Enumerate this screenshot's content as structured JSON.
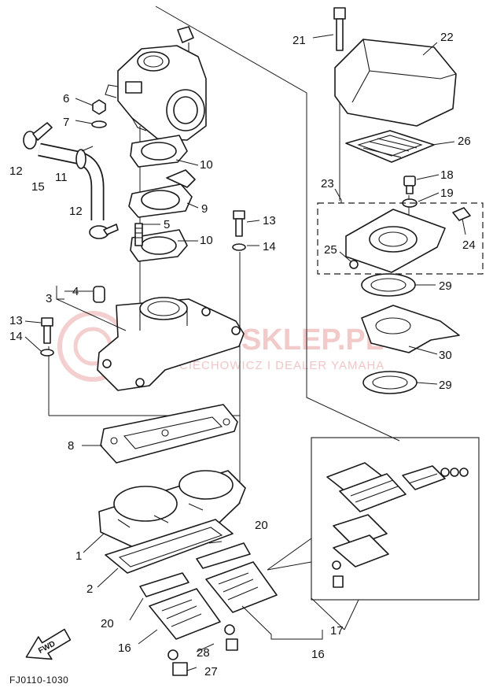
{
  "diagram": {
    "drawing_code": "FJ0110-1030",
    "direction_label": "FWD",
    "watermark": {
      "brand": "YAMA-SKLEP.PL",
      "subtitle": "CIECHOWICZ I DEALER YAMAHA"
    },
    "callouts": [
      "1",
      "2",
      "3",
      "4",
      "5",
      "6",
      "7",
      "8",
      "9",
      "10",
      "10",
      "11",
      "12",
      "12",
      "13",
      "13",
      "14",
      "14",
      "15",
      "16",
      "16",
      "17",
      "18",
      "19",
      "20",
      "20",
      "21",
      "22",
      "23",
      "24",
      "25",
      "26",
      "27",
      "28",
      "29",
      "29",
      "30"
    ]
  }
}
